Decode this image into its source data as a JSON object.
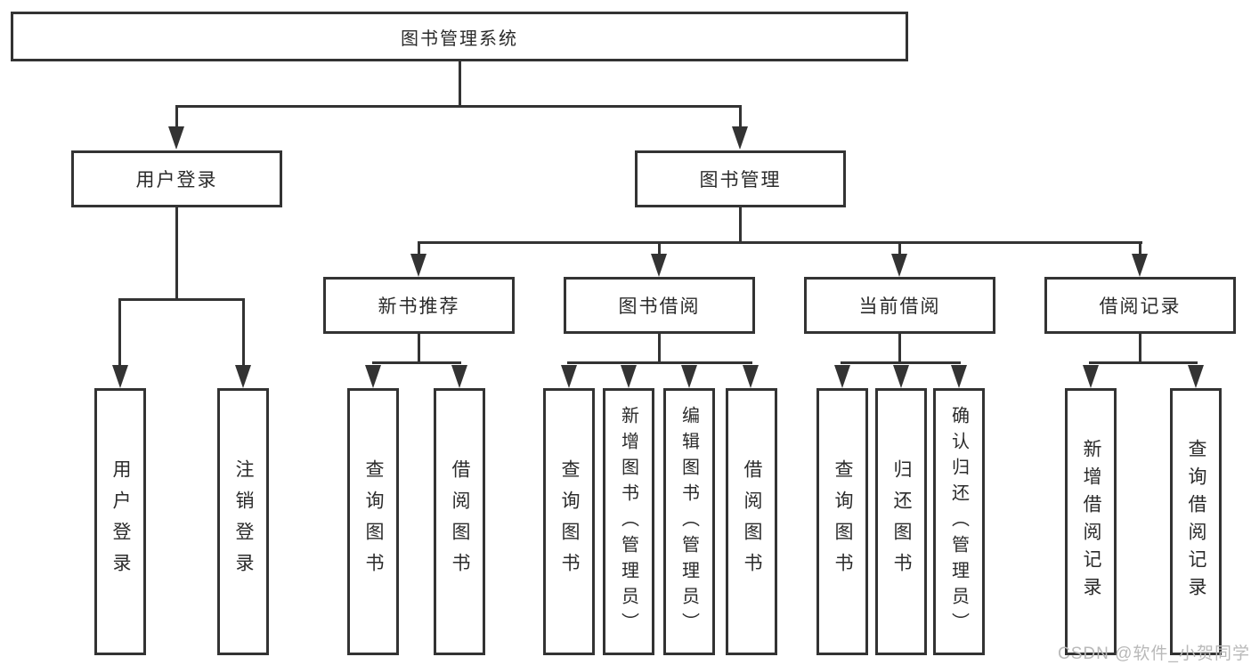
{
  "diagram": {
    "root": {
      "label": "图书管理系统"
    },
    "branches": {
      "user_login": {
        "label": "用户登录",
        "children": [
          {
            "label": "用户登录"
          },
          {
            "label": "注销登录"
          }
        ]
      },
      "book_management": {
        "label": "图书管理",
        "sections": {
          "new_book_recommendation": {
            "label": "新书推荐",
            "children": [
              {
                "label": "查询图书"
              },
              {
                "label": "借阅图书"
              }
            ]
          },
          "book_borrowing": {
            "label": "图书借阅",
            "children": [
              {
                "label": "查询图书"
              },
              {
                "label": "新增图书（管理员）"
              },
              {
                "label": "编辑图书（管理员）"
              },
              {
                "label": "借阅图书"
              }
            ]
          },
          "current_borrowing": {
            "label": "当前借阅",
            "children": [
              {
                "label": "查询图书"
              },
              {
                "label": "归还图书"
              },
              {
                "label": "确认归还（管理员）"
              }
            ]
          },
          "borrowing_records": {
            "label": "借阅记录",
            "children": [
              {
                "label": "新增借阅记录"
              },
              {
                "label": "查询借阅记录"
              }
            ]
          }
        }
      }
    },
    "watermark": {
      "text": "CSDN @软件_小贺同学",
      "color": "#b9b9b9"
    },
    "colors": {
      "line": "#333333",
      "text": "#2b2b2b",
      "background": "#ffffff"
    }
  }
}
